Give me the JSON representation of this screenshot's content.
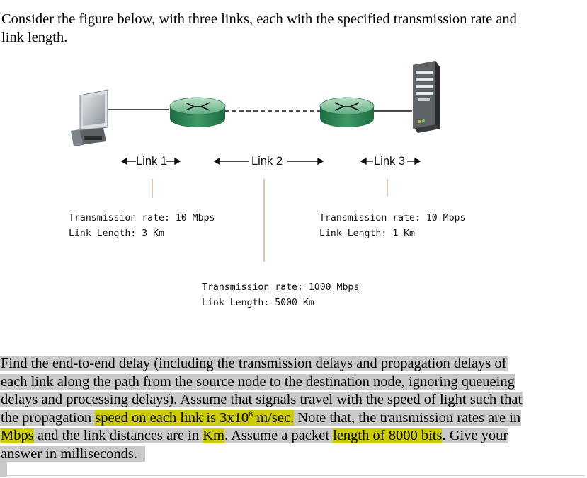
{
  "intro": "Consider the figure below, with three links, each with the specified transmission rate and link length.",
  "figure": {
    "links": [
      {
        "label": "Link 1",
        "rate": "Transmission rate: 10 Mbps",
        "length": "Link Length: 3 Km"
      },
      {
        "label": "Link 2",
        "rate": "Transmission rate: 1000 Mbps",
        "length": "Link Length: 5000 Km"
      },
      {
        "label": "Link 3",
        "rate": "Transmission rate: 10 Mbps",
        "length": "Link Length: 1 Km"
      }
    ],
    "icons": [
      "computer-icon",
      "router-icon",
      "router-icon",
      "server-icon"
    ]
  },
  "question": {
    "p1": "Find the end-to-end delay (including the transmission delays and propagation delays of each link along the path from the source node to the destination node, ignoring queueing delays and processing delays). Assume that signals travel with the speed of light such that the propagation ",
    "h1": "speed on each link is 3x10",
    "exp": "8",
    "h1b": " m/sec.",
    "p2": " Note that, the transmission rates are in ",
    "h2": "Mbps",
    "p3": " and the link distances are in ",
    "h3": "Km",
    "p4": ". Assume a packet ",
    "h4": "length of 8000 bits",
    "p5": ". Give your answer in milliseconds."
  },
  "colors": {
    "highlight": "#cccc00",
    "shade": "#c9c9c9",
    "router": "#3f8f5f",
    "leader": "#d8a888"
  }
}
